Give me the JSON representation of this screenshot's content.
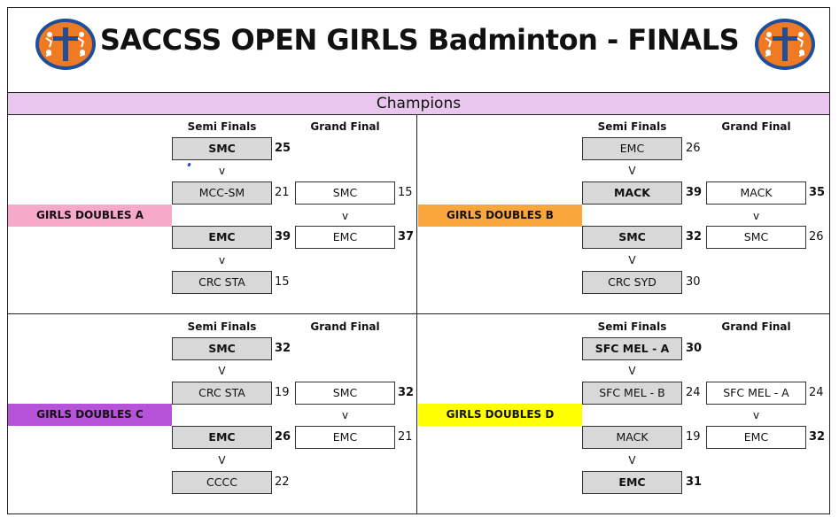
{
  "title": "SACCSS OPEN GIRLS Badminton - FINALS",
  "band": "Champions",
  "headers": {
    "semi": "Semi Finals",
    "grand": "Grand Final"
  },
  "vs": {
    "lower": "v",
    "upper": "V"
  },
  "colors": {
    "band": "#e9c6ee",
    "doublesA": "#f7a9c9",
    "doublesB": "#f9a73c",
    "doublesC": "#b653d8",
    "doublesD": "#ffff00",
    "logoBlue": "#1f4f9a",
    "logoOrange": "#f07a22"
  },
  "sections": [
    {
      "category": "GIRLS DOUBLES A",
      "semis": [
        {
          "team": "SMC",
          "score": "25",
          "winner": true
        },
        {
          "team": "MCC-SM",
          "score": "21",
          "winner": false
        },
        {
          "team": "EMC",
          "score": "39",
          "winner": true
        },
        {
          "team": "CRC STA",
          "score": "15",
          "winner": false
        }
      ],
      "grand": [
        {
          "team": "SMC",
          "score": "15",
          "winner": false
        },
        {
          "team": "EMC",
          "score": "37",
          "winner": true
        }
      ]
    },
    {
      "category": "GIRLS DOUBLES B",
      "semis": [
        {
          "team": "EMC",
          "score": "26",
          "winner": false
        },
        {
          "team": "MACK",
          "score": "39",
          "winner": true
        },
        {
          "team": "SMC",
          "score": "32",
          "winner": true
        },
        {
          "team": "CRC SYD",
          "score": "30",
          "winner": false
        }
      ],
      "grand": [
        {
          "team": "MACK",
          "score": "35",
          "winner": true
        },
        {
          "team": "SMC",
          "score": "26",
          "winner": false
        }
      ]
    },
    {
      "category": "GIRLS DOUBLES C",
      "semis": [
        {
          "team": "SMC",
          "score": "32",
          "winner": true
        },
        {
          "team": "CRC STA",
          "score": "19",
          "winner": false
        },
        {
          "team": "EMC",
          "score": "26",
          "winner": true
        },
        {
          "team": "CCCC",
          "score": "22",
          "winner": false
        }
      ],
      "grand": [
        {
          "team": "SMC",
          "score": "32",
          "winner": true
        },
        {
          "team": "EMC",
          "score": "21",
          "winner": false
        }
      ]
    },
    {
      "category": "GIRLS DOUBLES D",
      "semis": [
        {
          "team": "SFC MEL - A",
          "score": "30",
          "winner": true
        },
        {
          "team": "SFC MEL - B",
          "score": "24",
          "winner": false
        },
        {
          "team": "MACK",
          "score": "19",
          "winner": false
        },
        {
          "team": "EMC",
          "score": "31",
          "winner": true
        }
      ],
      "grand": [
        {
          "team": "SFC MEL - A",
          "score": "24",
          "winner": false
        },
        {
          "team": "EMC",
          "score": "32",
          "winner": true
        }
      ]
    }
  ]
}
